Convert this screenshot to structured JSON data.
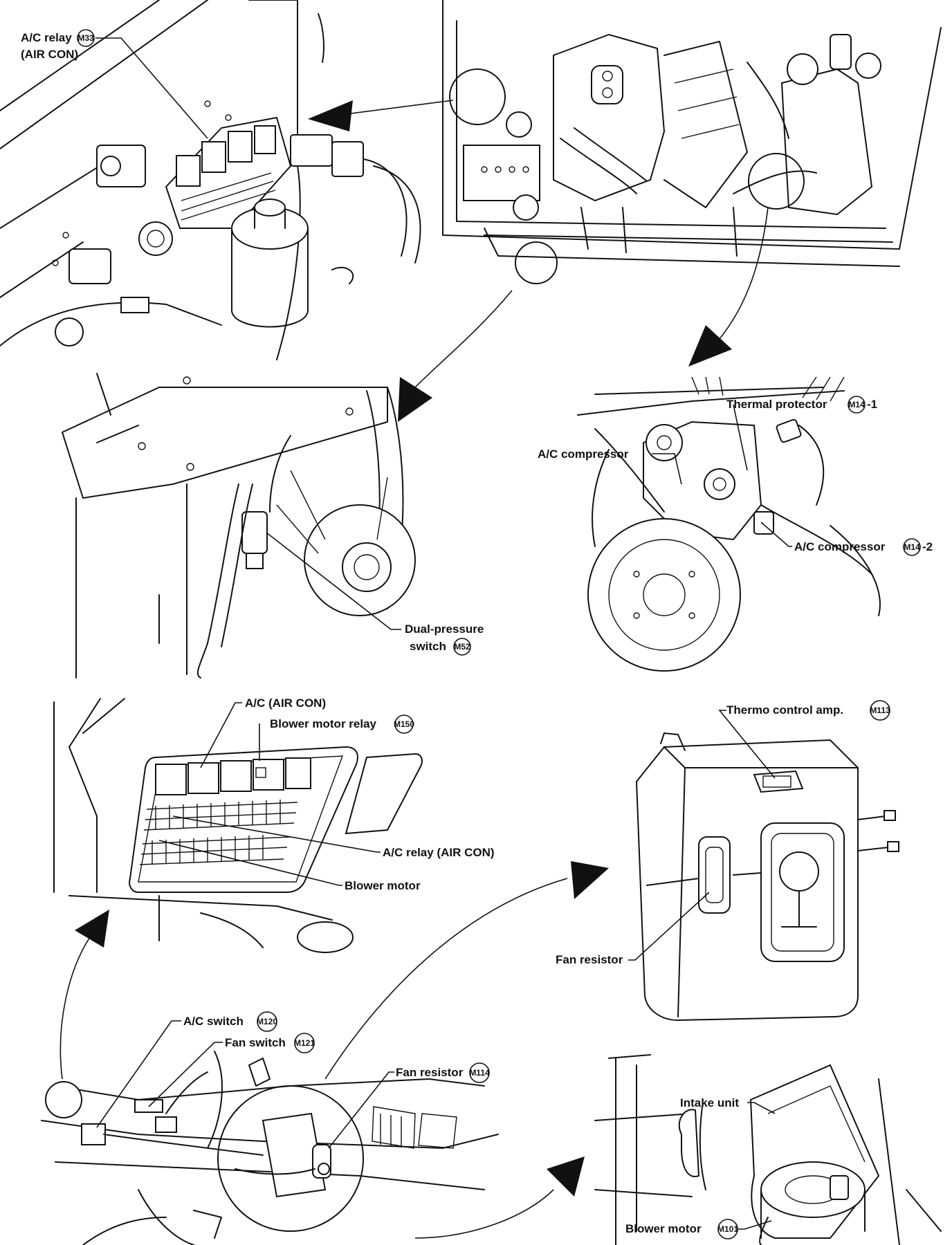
{
  "labels": {
    "ac_relay_m33": {
      "text": "A/C relay",
      "code": "M33",
      "sub": "(AIR CON)"
    },
    "thermal_protector": {
      "text": "Thermal protector",
      "code": "M14",
      "suffix": "-1"
    },
    "ac_compressor": {
      "text": "A/C  compressor"
    },
    "ac_compressor_m14_2": {
      "text": "A/C  compressor",
      "code": "M14",
      "suffix": "-2"
    },
    "dual_pressure_switch": {
      "line1": "Dual-pressure",
      "line2": "switch",
      "code": "M52"
    },
    "ac_air_con": {
      "text": "A/C (AIR CON)"
    },
    "blower_motor_relay": {
      "text": "Blower motor relay",
      "code": "M150"
    },
    "ac_relay_air_con": {
      "text": "A/C relay (AIR CON)"
    },
    "blower_motor_fuse": {
      "text": "Blower motor"
    },
    "thermo_control_amp": {
      "text": "Thermo control amp.",
      "code": "M113"
    },
    "fan_resistor_unit": {
      "text": "Fan resistor"
    },
    "ac_switch": {
      "text": "A/C switch",
      "code": "M120"
    },
    "fan_switch": {
      "text": "Fan switch",
      "code": "M121"
    },
    "fan_resistor_m114": {
      "text": "Fan resistor",
      "code": "M114"
    },
    "intake_unit": {
      "text": "Intake unit"
    },
    "blower_motor_m101": {
      "text": "Blower motor",
      "code": "M101"
    }
  }
}
